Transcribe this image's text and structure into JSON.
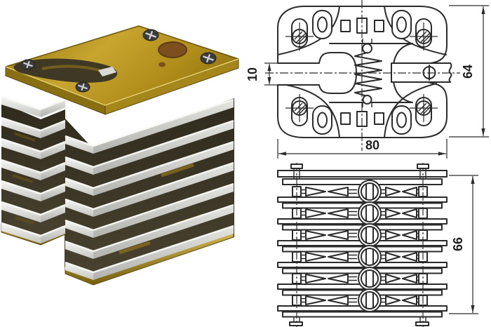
{
  "top_view": {
    "dim_slot": "10",
    "dim_height": "64",
    "dim_width": "80"
  },
  "side_view": {
    "dim_stack_height": "66"
  },
  "colors": {
    "drawing_line": "#2b2b2b",
    "background": "#ffffff",
    "brass_light": "#cfae37",
    "brass": "#a8871b",
    "brass_dark": "#6f5a0e",
    "silver_light": "#eeeeec",
    "silver": "#d7d7d3",
    "silver_dark": "#bcbcb8",
    "stack_interior": "#3a3426",
    "terminal_hole_brown": "#7d4f1e"
  }
}
